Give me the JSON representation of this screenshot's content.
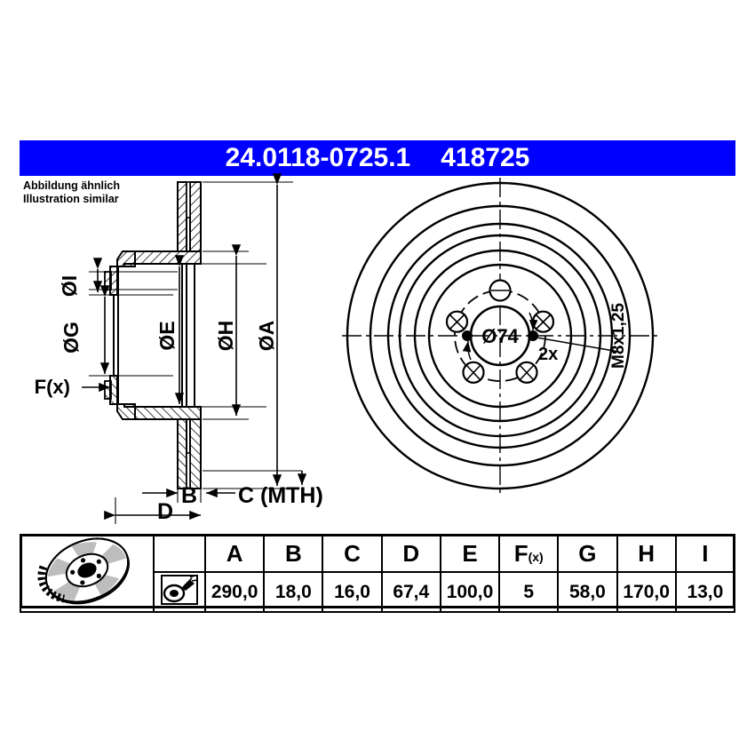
{
  "header": {
    "part_number": "24.0118-0725.1",
    "reference_number": "418725",
    "background_color": "#0000ff",
    "text_color": "#ffffff"
  },
  "notes": {
    "line_de": "Abbildung ähnlich",
    "line_en": "Illustration similar"
  },
  "cross_section": {
    "labels": {
      "dia_i": "ØI",
      "dia_g": "ØG",
      "fx": "F(x)",
      "dia_e": "ØE",
      "dia_h": "ØH",
      "dia_a": "ØA",
      "b": "B",
      "c": "C (MTH)",
      "d": "D"
    }
  },
  "front_view": {
    "labels": {
      "center_bore": "Ø74",
      "hole_count": "2x",
      "thread": "M8x1,25"
    },
    "bolt_holes": 5,
    "thread_holes": 2
  },
  "spec_table": {
    "icon_disc": "brake-disc-icon",
    "icon_measure": "caliper-measure-icon",
    "headers": [
      "A",
      "B",
      "C",
      "D",
      "E",
      "F(x)",
      "G",
      "H",
      "I"
    ],
    "fx_base": "F",
    "fx_sub": "(x)",
    "values": [
      "290,0",
      "18,0",
      "16,0",
      "67,4",
      "100,0",
      "5",
      "58,0",
      "170,0",
      "13,0"
    ]
  }
}
